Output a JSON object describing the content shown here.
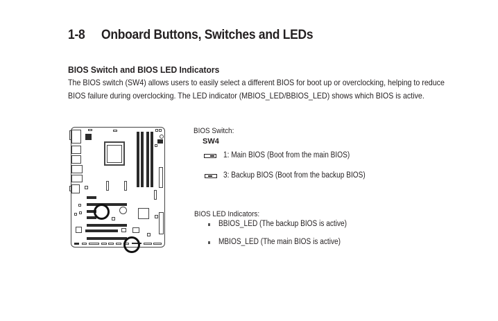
{
  "section": {
    "number": "1-8",
    "title": "Onboard Buttons, Switches and LEDs"
  },
  "subsection": {
    "title": "BIOS Switch and BIOS LED Indicators",
    "paragraph_line1": "The BIOS switch (SW4) allows users to easily select a different BIOS for boot up or overclocking, helping to reduce",
    "paragraph_line2": "BIOS failure during overclocking. The LED indicator (MBIOS_LED/BBIOS_LED) shows which BIOS is active."
  },
  "bios_switch": {
    "label": "BIOS Switch:",
    "name": "SW4",
    "options": [
      {
        "icon": "switch-position-right-icon",
        "text": "1: Main BIOS (Boot from the main BIOS)"
      },
      {
        "icon": "switch-position-left-icon",
        "text": "3: Backup BIOS (Boot from the backup BIOS)"
      }
    ]
  },
  "bios_led": {
    "label": "BIOS LED Indicators:",
    "items": [
      {
        "text": "BBIOS_LED (The backup BIOS is active)"
      },
      {
        "text": "MBIOS_LED (The main BIOS is active)"
      }
    ]
  },
  "diagram": {
    "name": "motherboard-layout",
    "highlights": [
      "bios-led-location",
      "sw4-switch-location"
    ]
  }
}
